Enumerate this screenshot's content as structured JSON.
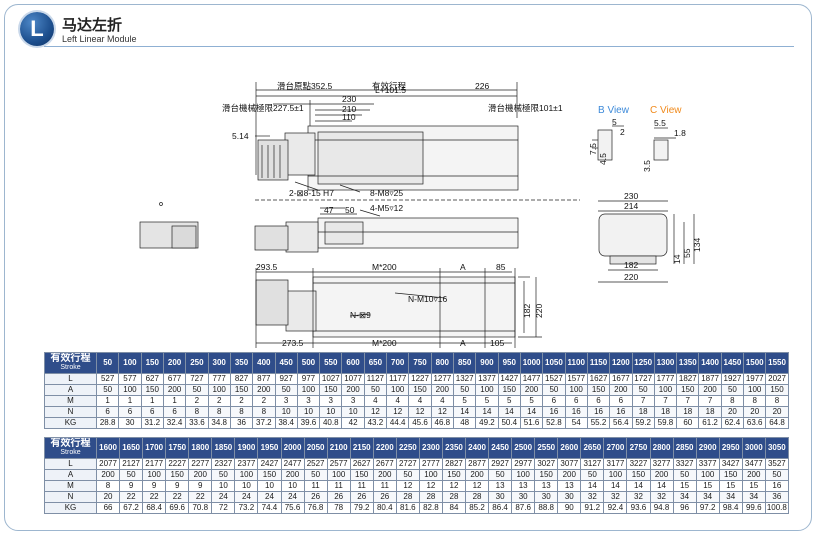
{
  "header": {
    "badge": "L",
    "title_zh": "马达左折",
    "title_en": "Left Linear Module"
  },
  "drawing": {
    "labels": {
      "total_len": "L+101.5",
      "origin": "滑台原點352.5",
      "stroke": "有效行程",
      "d226": "226",
      "d230": "230",
      "d210": "210",
      "d110": "110",
      "limit_left": "滑台機械極限227.5±1",
      "limit_right": "滑台機械極限101±1",
      "d514": "5.14",
      "pin": "2-⊠8-15 H7",
      "m8": "8-M8▿25",
      "d47": "47",
      "d50": "50",
      "m5": "4-M5▿12",
      "d2935": "293.5",
      "m200a": "M*200",
      "a1": "A",
      "d85": "85",
      "nm10": "N-M10▿16",
      "n9": "N-⊠9",
      "d2735": "273.5",
      "m200b": "M*200",
      "a2": "A",
      "d105": "105",
      "d182v": "182",
      "d220v": "220",
      "b_view": "B View",
      "c_view": "C View",
      "b75": "7.5",
      "b45": "4.5",
      "b5": "5",
      "b2": "2",
      "c55": "5.5",
      "c18": "1.8",
      "c35": "3.5",
      "e230": "230",
      "e214": "214",
      "e134": "134",
      "e55": "55",
      "e14": "14",
      "e182": "182",
      "e220": "220"
    }
  },
  "tables": [
    {
      "header_zh": "有效行程",
      "header_en": "Stroke",
      "columns": [
        "50",
        "100",
        "150",
        "200",
        "250",
        "300",
        "350",
        "400",
        "450",
        "500",
        "550",
        "600",
        "650",
        "700",
        "750",
        "800",
        "850",
        "900",
        "950",
        "1000",
        "1050",
        "1100",
        "1150",
        "1200",
        "1250",
        "1300",
        "1350",
        "1400",
        "1450",
        "1500",
        "1550"
      ],
      "rows": [
        {
          "label": "L",
          "values": [
            "527",
            "577",
            "627",
            "677",
            "727",
            "777",
            "827",
            "877",
            "927",
            "977",
            "1027",
            "1077",
            "1127",
            "1177",
            "1227",
            "1277",
            "1327",
            "1377",
            "1427",
            "1477",
            "1527",
            "1577",
            "1627",
            "1677",
            "1727",
            "1777",
            "1827",
            "1877",
            "1927",
            "1977",
            "2027"
          ]
        },
        {
          "label": "A",
          "values": [
            "50",
            "100",
            "150",
            "200",
            "50",
            "100",
            "150",
            "200",
            "50",
            "100",
            "150",
            "200",
            "50",
            "100",
            "150",
            "200",
            "50",
            "100",
            "150",
            "200",
            "50",
            "100",
            "150",
            "200",
            "50",
            "100",
            "150",
            "200",
            "50",
            "100",
            "150"
          ]
        },
        {
          "label": "M",
          "values": [
            "1",
            "1",
            "1",
            "1",
            "2",
            "2",
            "2",
            "2",
            "3",
            "3",
            "3",
            "3",
            "4",
            "4",
            "4",
            "4",
            "5",
            "5",
            "5",
            "5",
            "6",
            "6",
            "6",
            "6",
            "7",
            "7",
            "7",
            "7",
            "8",
            "8",
            "8"
          ]
        },
        {
          "label": "N",
          "values": [
            "6",
            "6",
            "6",
            "6",
            "8",
            "8",
            "8",
            "8",
            "10",
            "10",
            "10",
            "10",
            "12",
            "12",
            "12",
            "12",
            "14",
            "14",
            "14",
            "14",
            "16",
            "16",
            "16",
            "16",
            "18",
            "18",
            "18",
            "18",
            "20",
            "20",
            "20"
          ]
        },
        {
          "label": "KG",
          "values": [
            "28.8",
            "30",
            "31.2",
            "32.4",
            "33.6",
            "34.8",
            "36",
            "37.2",
            "38.4",
            "39.6",
            "40.8",
            "42",
            "43.2",
            "44.4",
            "45.6",
            "46.8",
            "48",
            "49.2",
            "50.4",
            "51.6",
            "52.8",
            "54",
            "55.2",
            "56.4",
            "59.2",
            "59.8",
            "60",
            "61.2",
            "62.4",
            "63.6",
            "64.8"
          ]
        }
      ]
    },
    {
      "header_zh": "有效行程",
      "header_en": "Stroke",
      "columns": [
        "1600",
        "1650",
        "1700",
        "1750",
        "1800",
        "1850",
        "1900",
        "1950",
        "2000",
        "2050",
        "2100",
        "2150",
        "2200",
        "2250",
        "2300",
        "2350",
        "2400",
        "2450",
        "2500",
        "2550",
        "2600",
        "2650",
        "2700",
        "2750",
        "2800",
        "2850",
        "2900",
        "2950",
        "3000",
        "3050"
      ],
      "rows": [
        {
          "label": "L",
          "values": [
            "2077",
            "2127",
            "2177",
            "2227",
            "2277",
            "2327",
            "2377",
            "2427",
            "2477",
            "2527",
            "2577",
            "2627",
            "2677",
            "2727",
            "2777",
            "2827",
            "2877",
            "2927",
            "2977",
            "3027",
            "3077",
            "3127",
            "3177",
            "3227",
            "3277",
            "3327",
            "3377",
            "3427",
            "3477",
            "3527"
          ]
        },
        {
          "label": "A",
          "values": [
            "200",
            "50",
            "100",
            "150",
            "200",
            "50",
            "100",
            "150",
            "200",
            "50",
            "100",
            "150",
            "200",
            "50",
            "100",
            "150",
            "200",
            "50",
            "100",
            "150",
            "200",
            "50",
            "100",
            "150",
            "200",
            "50",
            "100",
            "150",
            "200",
            "50"
          ]
        },
        {
          "label": "M",
          "values": [
            "8",
            "9",
            "9",
            "9",
            "9",
            "10",
            "10",
            "10",
            "10",
            "11",
            "11",
            "11",
            "11",
            "12",
            "12",
            "12",
            "12",
            "13",
            "13",
            "13",
            "13",
            "14",
            "14",
            "14",
            "14",
            "15",
            "15",
            "15",
            "15",
            "16"
          ]
        },
        {
          "label": "N",
          "values": [
            "20",
            "22",
            "22",
            "22",
            "22",
            "24",
            "24",
            "24",
            "24",
            "26",
            "26",
            "26",
            "26",
            "28",
            "28",
            "28",
            "28",
            "30",
            "30",
            "30",
            "30",
            "32",
            "32",
            "32",
            "32",
            "34",
            "34",
            "34",
            "34",
            "36"
          ]
        },
        {
          "label": "KG",
          "values": [
            "66",
            "67.2",
            "68.4",
            "69.6",
            "70.8",
            "72",
            "73.2",
            "74.4",
            "75.6",
            "76.8",
            "78",
            "79.2",
            "80.4",
            "81.6",
            "82.8",
            "84",
            "85.2",
            "86.4",
            "87.6",
            "88.8",
            "90",
            "91.2",
            "92.4",
            "93.6",
            "94.8",
            "96",
            "97.2",
            "98.4",
            "99.6",
            "100.8"
          ]
        }
      ]
    }
  ],
  "colors": {
    "table_header": "#2f4d8a",
    "frame": "#9db6cf",
    "b_view": "#3d8ad9",
    "c_view": "#f08a1c"
  }
}
